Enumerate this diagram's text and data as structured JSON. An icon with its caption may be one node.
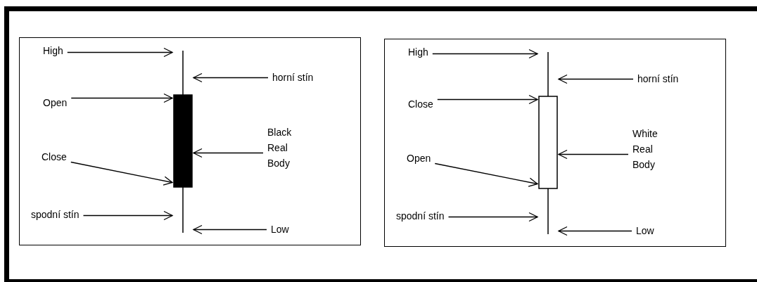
{
  "diagram": {
    "nodes": [
      {
        "text": [],
        "shape": "box"
      },
      {
        "text": [
          "High"
        ],
        "in": 0
      },
      {
        "text": [
          "horní stín"
        ],
        "in": 0
      },
      {
        "text": [
          "Open"
        ],
        "in": 0
      },
      {
        "text": [
          "Black Real Body"
        ],
        "in": 0
      },
      {
        "text": [
          "Close"
        ],
        "in": 0
      },
      {
        "text": [
          "spodní stín"
        ],
        "in": 0
      },
      {
        "text": [
          "Low"
        ],
        "in": 0
      },
      {
        "text": [],
        "shape": "bar",
        "in": 0
      },
      {
        "text": [],
        "shape": "box"
      },
      {
        "text": [
          "High"
        ],
        "in": 9
      },
      {
        "text": [
          "horní stín"
        ],
        "in": 9
      },
      {
        "text": [
          "Close"
        ],
        "in": 9
      },
      {
        "text": [
          "White Real Body"
        ],
        "in": 9
      },
      {
        "text": [
          "Open"
        ],
        "in": 9
      },
      {
        "text": [
          "spodní stín"
        ],
        "in": 9
      },
      {
        "text": [
          "Low"
        ],
        "in": 9
      },
      {
        "text": [],
        "shape": "box",
        "in": 9
      }
    ],
    "edges": [
      {
        "from": 1,
        "to": 8,
        "arrow": "to"
      },
      {
        "from": 2,
        "to": 8,
        "arrow": "to"
      },
      {
        "from": 3,
        "to": 8,
        "arrow": "to"
      },
      {
        "from": 4,
        "to": 8,
        "arrow": "to"
      },
      {
        "from": 5,
        "to": 8,
        "arrow": "to"
      },
      {
        "from": 6,
        "to": 8,
        "arrow": "to"
      },
      {
        "from": 7,
        "to": 8,
        "arrow": "to"
      },
      {
        "from": 10,
        "to": 17,
        "arrow": "to"
      },
      {
        "from": 11,
        "to": 17,
        "arrow": "to"
      },
      {
        "from": 12,
        "to": 17,
        "arrow": "to"
      },
      {
        "from": 13,
        "to": 17,
        "arrow": "to"
      },
      {
        "from": 14,
        "to": 17,
        "arrow": "to"
      },
      {
        "from": 15,
        "to": 17,
        "arrow": "to"
      },
      {
        "from": 16,
        "to": 17,
        "arrow": "to"
      }
    ]
  }
}
